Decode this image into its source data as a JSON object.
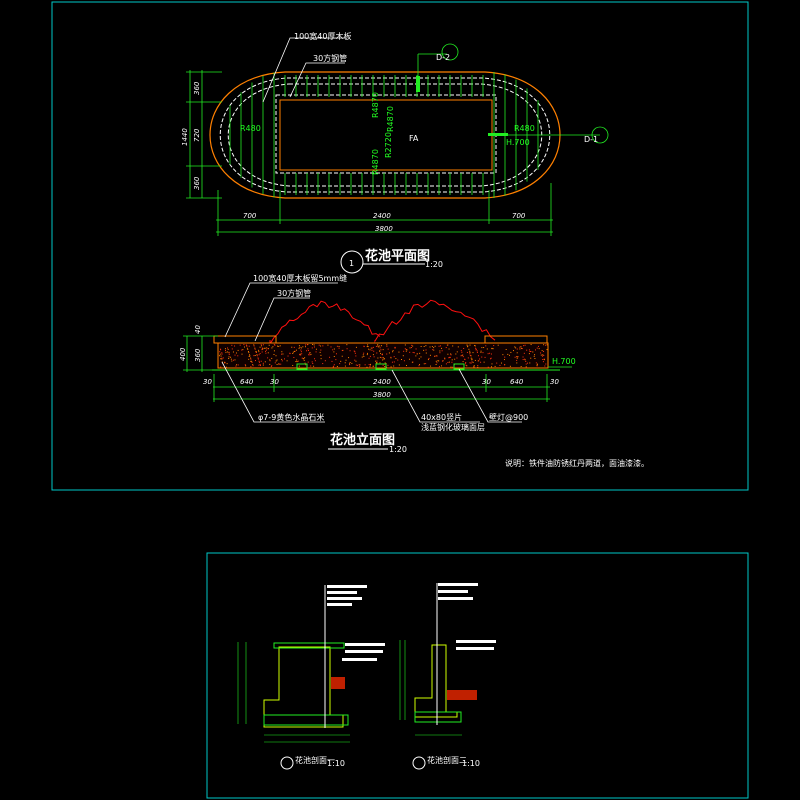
{
  "colors": {
    "frame": "#00c8c8",
    "dim": "#22ee22",
    "outline": "#ff8000",
    "plant": "#ff1010",
    "text": "#ffffff"
  },
  "plan": {
    "label_board": "100宽40厚木板",
    "label_pipe": "30方钢管",
    "left_dims": [
      "360",
      "720",
      "360",
      "1440"
    ],
    "bottom_dims": [
      "700",
      "2400",
      "700",
      "3800"
    ],
    "radii": [
      "R4870",
      "R4870",
      "R2720",
      "R4870",
      "R480",
      "R480"
    ],
    "center_mark": "FA",
    "elev_mark": "H.700",
    "section_tags": [
      "D-2",
      "D-1"
    ],
    "title": "花池平面图",
    "scale": "1:20",
    "index_no": "1"
  },
  "elevation": {
    "label_board": "100宽40厚木板留5mm缝",
    "label_pipe": "30方钢管",
    "left_dims": [
      "40",
      "360",
      "400"
    ],
    "bottom_dims": [
      "30",
      "640",
      "30",
      "2400",
      "30",
      "640",
      "30",
      "3800"
    ],
    "label_stone": "φ7-9黄色水晶石米",
    "label_strip1": "40x80竖片",
    "label_strip2": "浅蓝钢化玻璃面层",
    "label_light": "壁灯@900",
    "elev_mark": "H.700",
    "title": "花池立面图",
    "scale": "1:20",
    "note": "说明：铁件油防锈红丹两道，面油漆漆。"
  },
  "sections": [
    {
      "title": "花池剖面一",
      "scale": "1:10"
    },
    {
      "title": "花池剖面二",
      "scale": "1:10"
    }
  ]
}
